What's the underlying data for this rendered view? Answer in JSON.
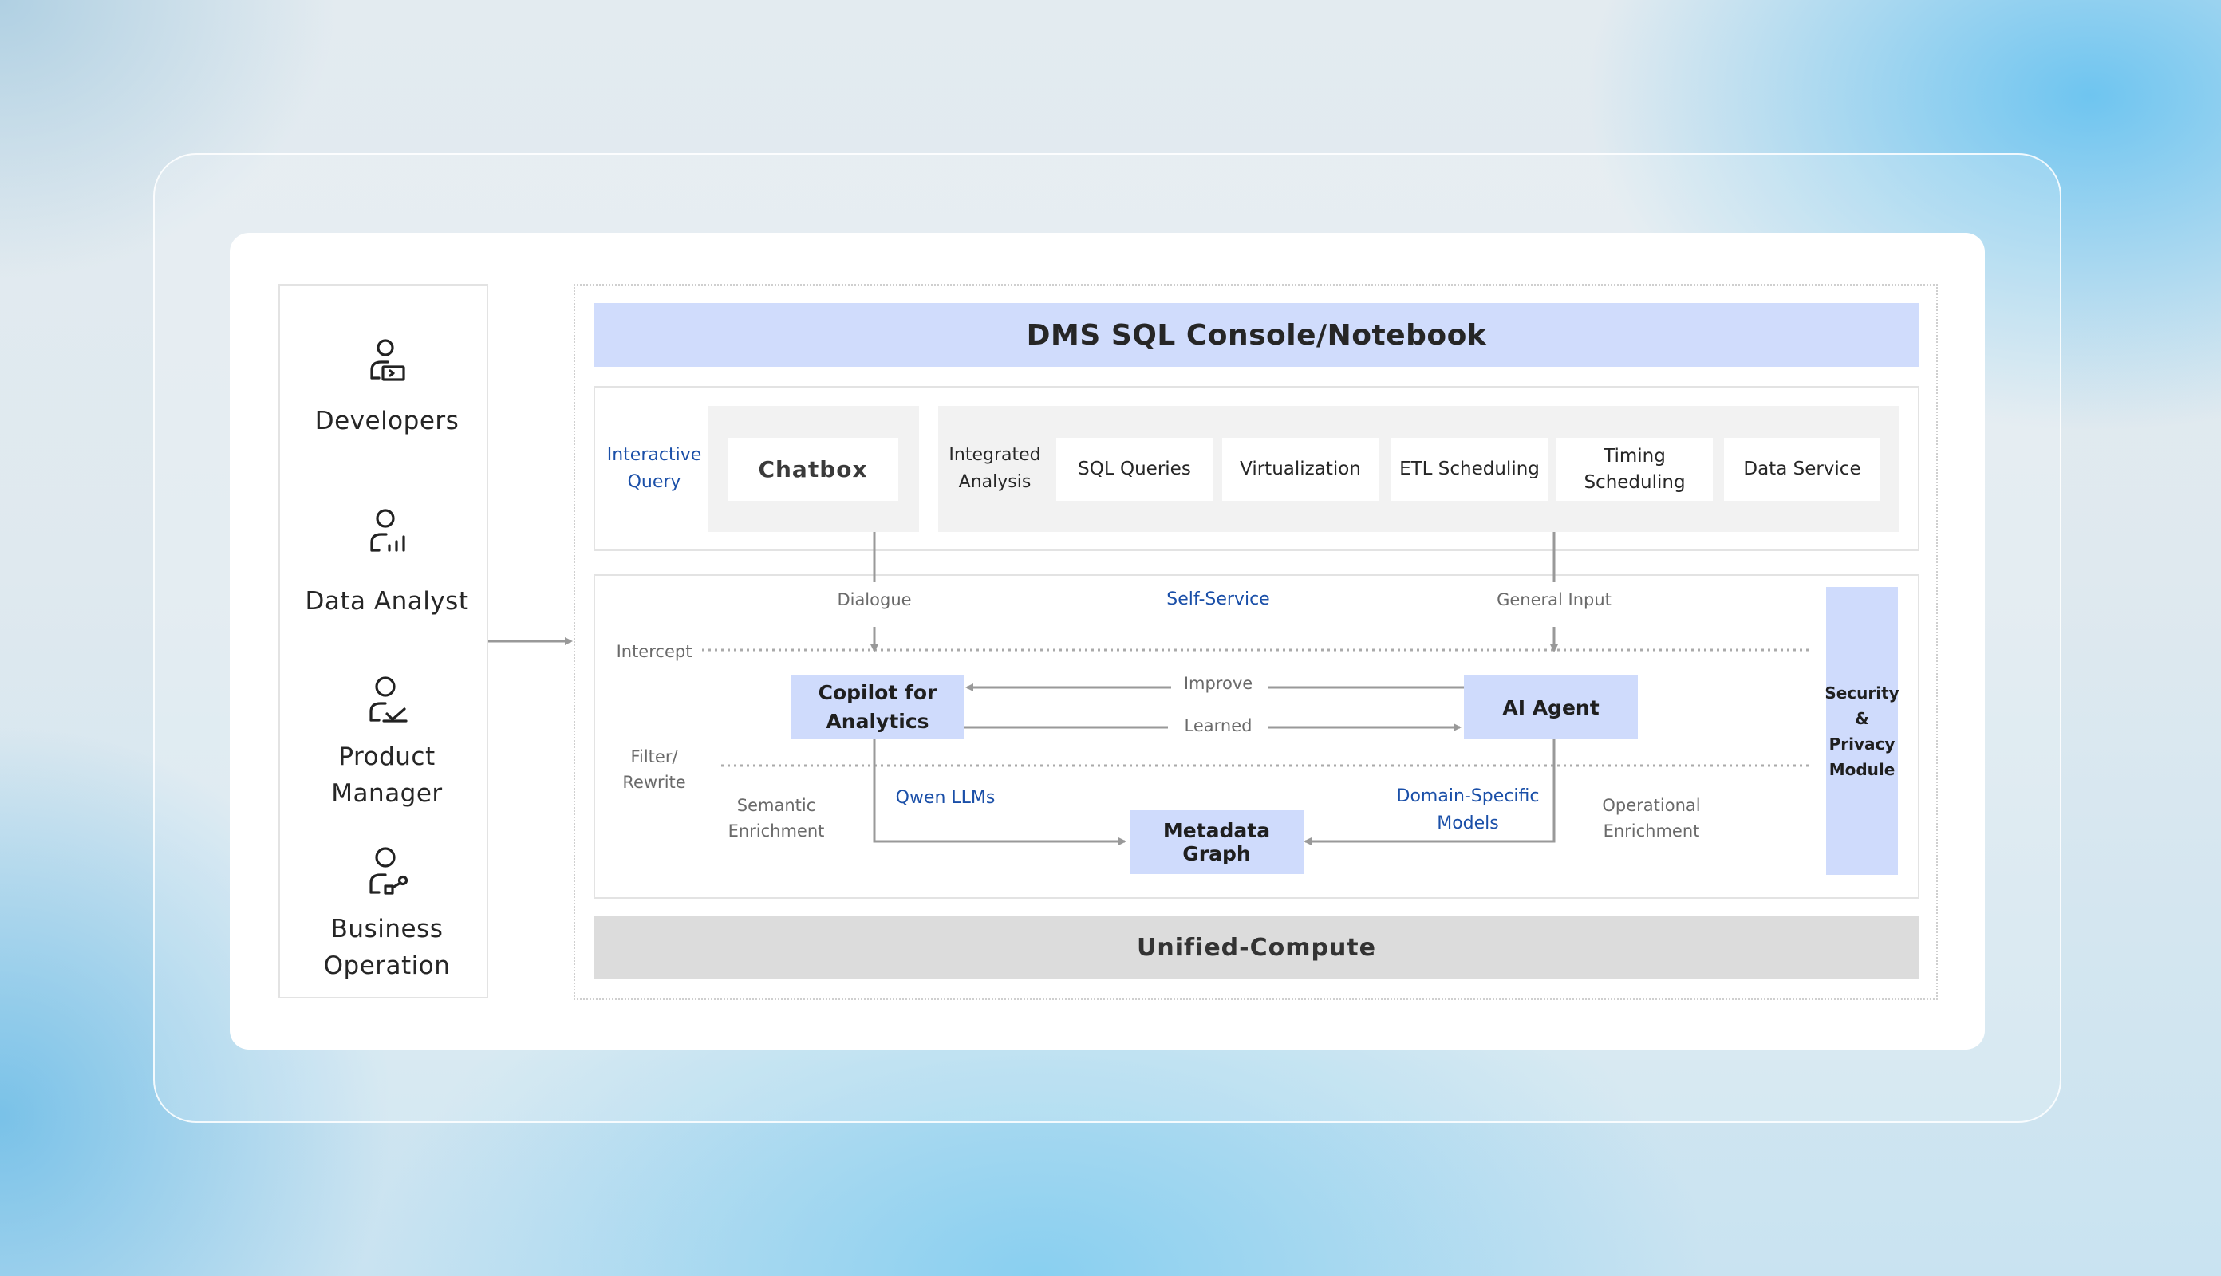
{
  "roles": [
    {
      "label": "Developers",
      "icon": "developer-icon"
    },
    {
      "label": "Data Analyst",
      "icon": "data-analyst-icon"
    },
    {
      "label": "Product Manager",
      "icon": "product-manager-icon"
    },
    {
      "label": "Business Operation",
      "icon": "business-operation-icon"
    }
  ],
  "header": {
    "title": "DMS SQL Console/Notebook"
  },
  "interactive": {
    "label": "Interactive Query",
    "chatbox": "Chatbox"
  },
  "integrated": {
    "label": "Integrated Analysis",
    "items": [
      "SQL Queries",
      "Virtualization",
      "ETL Scheduling",
      "Timing Scheduling",
      "Data Service"
    ]
  },
  "flow": {
    "dialogue": "Dialogue",
    "self_service": "Self-Service",
    "general_input": "General Input",
    "intercept": "Intercept",
    "filter_rewrite": "Filter/ Rewrite",
    "improve": "Improve",
    "learned": "Learned",
    "semantic_enrichment": "Semantic Enrichment",
    "qwen_llms": "Qwen LLMs",
    "domain_models": "Domain-Specific Models",
    "operational_enrichment": "Operational Enrichment"
  },
  "nodes": {
    "copilot": "Copilot for Analytics",
    "ai_agent": "AI Agent",
    "metadata_graph": "Metadata Graph",
    "security": "Security & Privacy Module"
  },
  "footer": {
    "title": "Unified-Compute"
  },
  "colors": {
    "accent_fill": "#cfdbfc",
    "blue_text": "#1a4fa8",
    "gray_panel": "#f2f2f2"
  }
}
